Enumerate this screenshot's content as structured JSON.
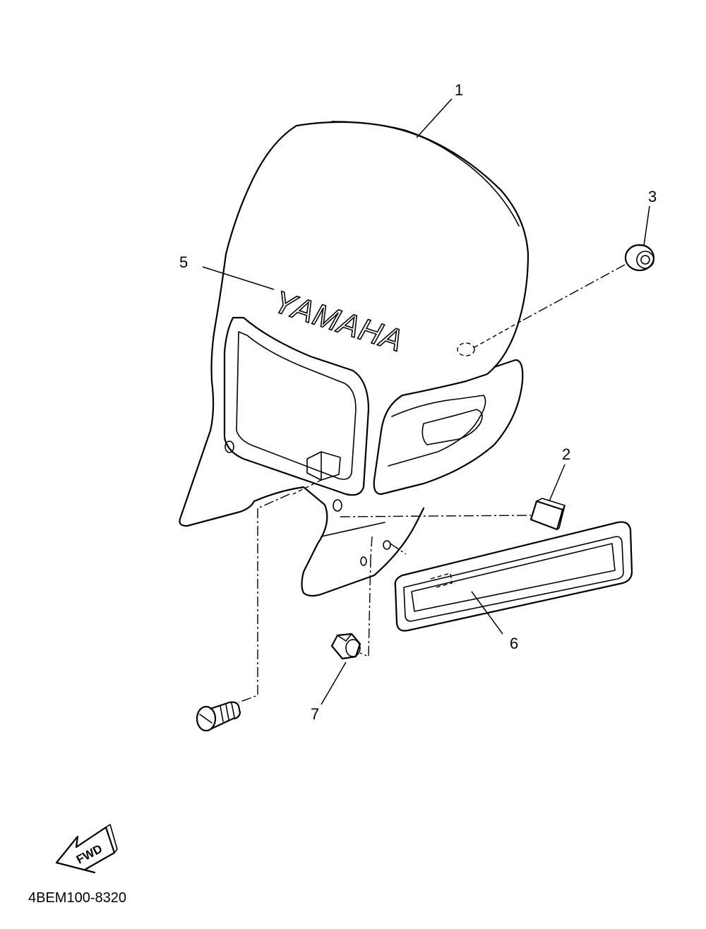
{
  "callouts": [
    {
      "id": "1",
      "label": "1"
    },
    {
      "id": "2",
      "label": "2"
    },
    {
      "id": "3",
      "label": "3"
    },
    {
      "id": "5",
      "label": "5"
    },
    {
      "id": "6",
      "label": "6"
    },
    {
      "id": "7",
      "label": "7"
    }
  ],
  "emblem_text": "YAMAHA",
  "direction_label": "FWD",
  "diagram_code": "4BEM100-8320"
}
